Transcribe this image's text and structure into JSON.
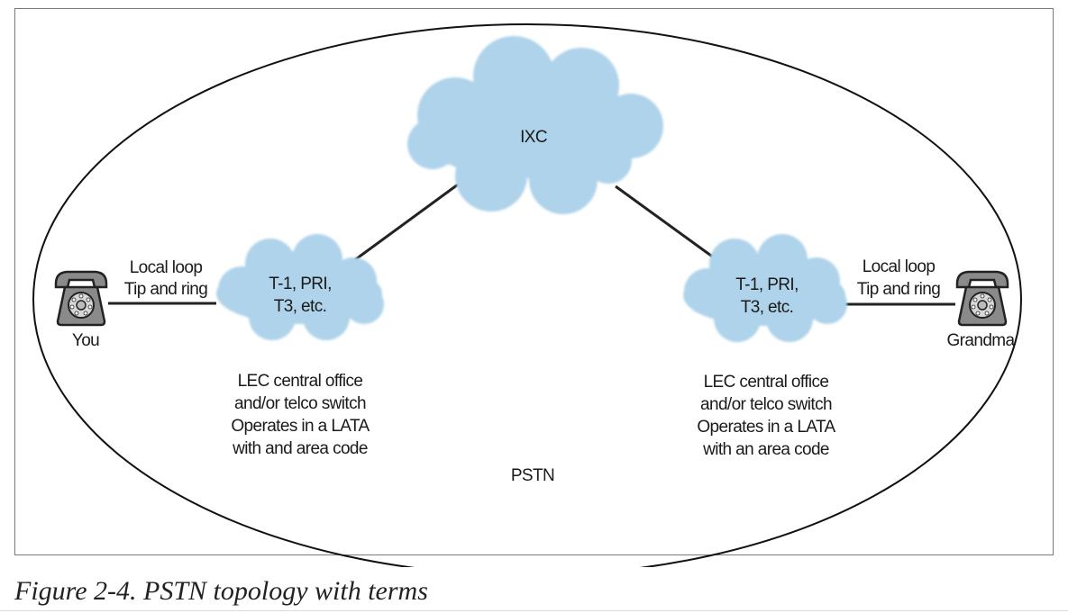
{
  "diagram": {
    "ixc_label": "IXC",
    "pstn_label": "PSTN",
    "left": {
      "phone_label": "You",
      "loop_lines": [
        "Local loop",
        "Tip and ring"
      ],
      "cloud_lines": [
        "T-1, PRI,",
        "T3, etc."
      ],
      "office_lines": [
        "LEC central office",
        "and/or telco switch",
        "Operates in a LATA",
        "with and area code"
      ]
    },
    "right": {
      "phone_label": "Grandma",
      "loop_lines": [
        "Local loop",
        "Tip and ring"
      ],
      "cloud_lines": [
        "T-1, PRI,",
        "T3, etc."
      ],
      "office_lines": [
        "LEC central office",
        "and/or telco switch",
        "Operates in a LATA",
        "with an area code"
      ]
    }
  },
  "caption": "Figure 2-4. PSTN topology with terms",
  "colors": {
    "cloud": "#aed3ea",
    "line": "#222222",
    "phone_body": "#8a8a8a"
  }
}
